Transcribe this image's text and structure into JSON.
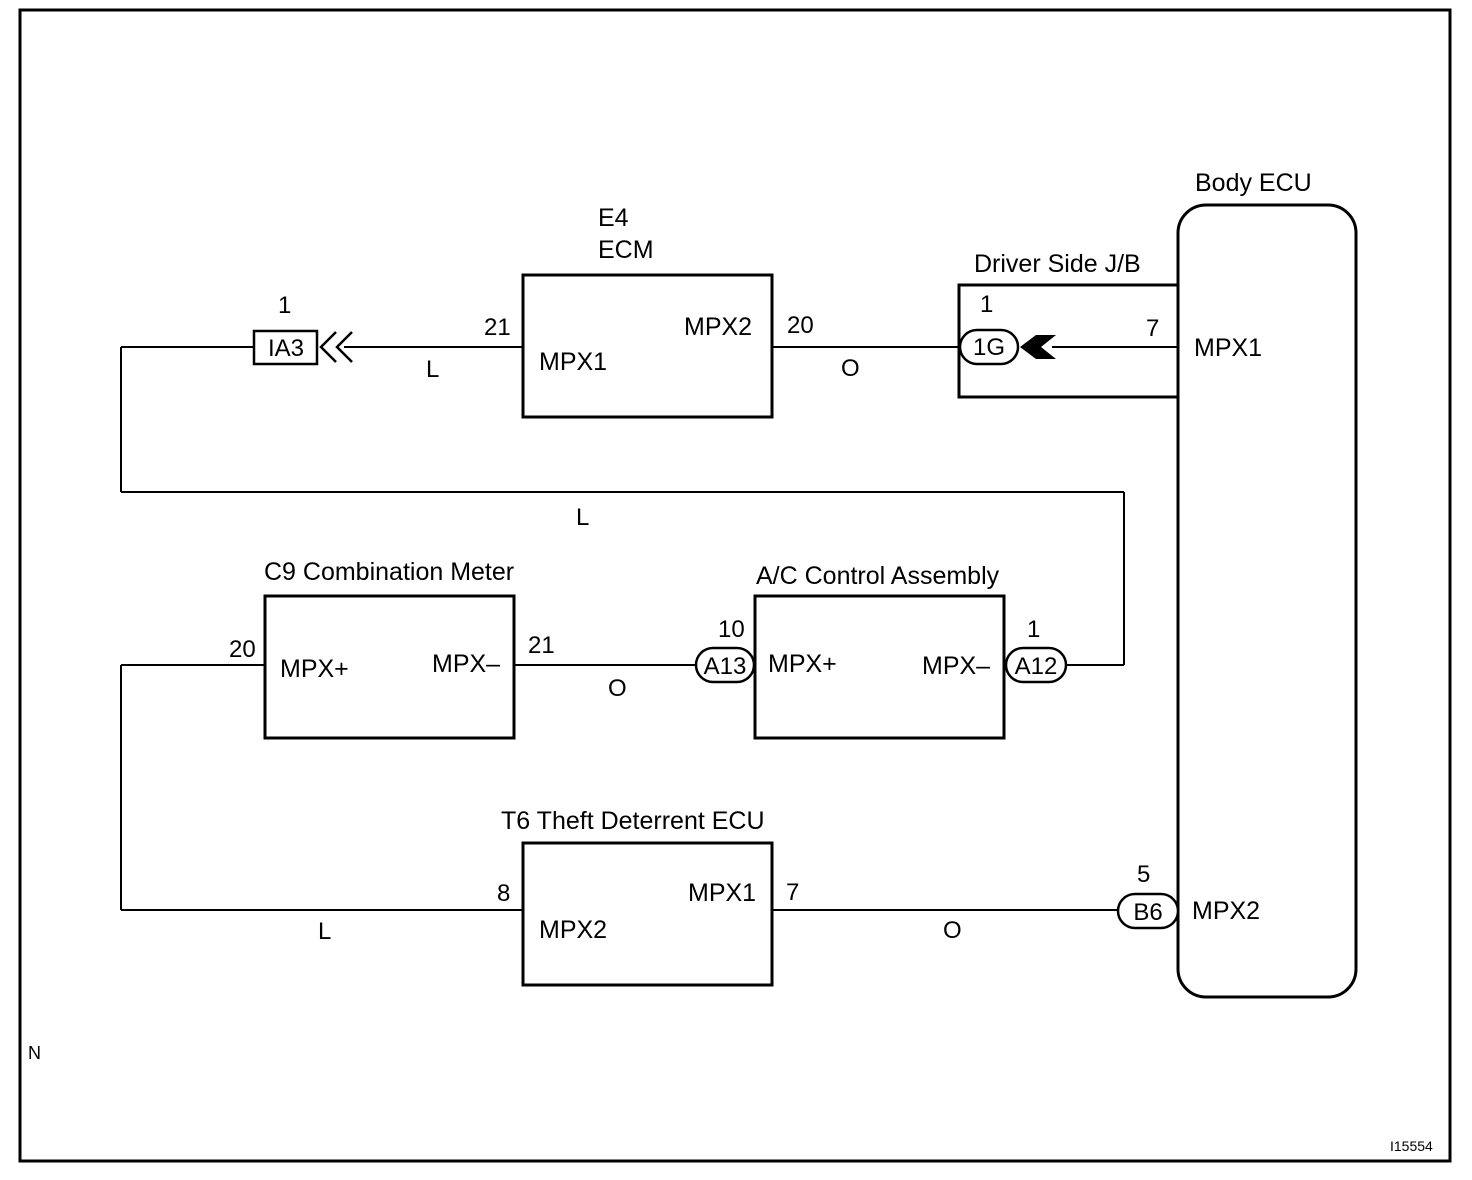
{
  "body_ecu": {
    "title": "Body ECU",
    "pin_mpx1": "MPX1",
    "pin_mpx2": "MPX2"
  },
  "driver_jb": {
    "title": "Driver Side J/B",
    "pin_top": "1",
    "connector": "1G",
    "pin_right": "7"
  },
  "ecm": {
    "code": "E4",
    "title": "ECM",
    "pin_left_label": "MPX1",
    "pin_right_label": "MPX2",
    "pin_left_no": "21",
    "pin_right_no": "20"
  },
  "ia3": {
    "pin_no": "1",
    "connector": "IA3"
  },
  "combo_meter": {
    "title": "C9 Combination Meter",
    "pin_left_label": "MPX+",
    "pin_right_label": "MPX–",
    "pin_left_no": "20",
    "pin_right_no": "21"
  },
  "ac_control": {
    "title": "A/C Control Assembly",
    "pin_left_label": "MPX+",
    "pin_right_label": "MPX–",
    "pin_left_no": "10",
    "pin_right_no": "1",
    "connector_left": "A13",
    "connector_right": "A12"
  },
  "theft_ecu": {
    "title": "T6 Theft Deterrent ECU",
    "pin_left_label": "MPX2",
    "pin_right_label": "MPX1",
    "pin_left_no": "8",
    "pin_right_no": "7"
  },
  "b6": {
    "pin_no": "5",
    "connector": "B6"
  },
  "wire_colors": {
    "ia3_ecm": "L",
    "ecm_jb": "O",
    "loop_top": "L",
    "meter_ac": "O",
    "bottom_left": "L",
    "theft_body": "O"
  },
  "corner_marker": "N",
  "figure_id": "I15554"
}
